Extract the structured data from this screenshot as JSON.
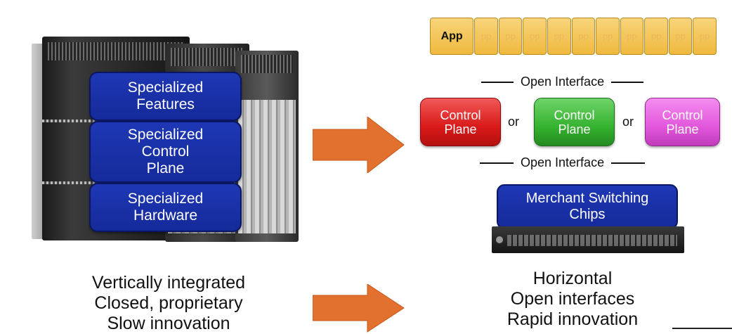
{
  "left_stack": [
    {
      "text": "Specialized Features"
    },
    {
      "text": "Specialized Control Plane"
    },
    {
      "text": "Specialized Hardware"
    }
  ],
  "app_bar": {
    "first_label": "App",
    "faded_labels": [
      "pp",
      "pp",
      "pp",
      "pp",
      "pp",
      "pp",
      "pp",
      "pp",
      "pp",
      "pp"
    ]
  },
  "open_interface_top": "Open Interface",
  "open_interface_bottom": "Open Interface",
  "control_planes": [
    {
      "text": "Control Plane",
      "color": "#d91a1a"
    },
    {
      "text": "Control Plane",
      "color": "#35b22f"
    },
    {
      "text": "Control Plane",
      "color": "#e257dc"
    }
  ],
  "or_words": [
    "or",
    "or"
  ],
  "merchant_box": {
    "text": "Merchant Switching Chips"
  },
  "left_caption": [
    "Vertically integrated",
    "Closed, proprietary",
    "Slow innovation"
  ],
  "right_caption": [
    "Horizontal",
    "Open interfaces",
    "Rapid innovation"
  ],
  "colors": {
    "spec_blue": "#1e37b4",
    "arrow_orange": "#e2702e",
    "app_gold": "#efb93e"
  }
}
